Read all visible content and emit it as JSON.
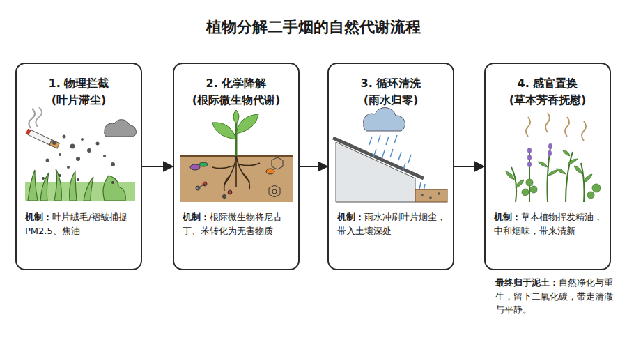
{
  "diagram": {
    "title": "植物分解二手烟的自然代谢流程",
    "nodes": [
      {
        "text": [
          "1. 物理拦截",
          "(叶片滞尘)",
          "机制：",
          "叶片绒毛/褶皱捕捉PM2.5、焦油"
        ]
      },
      {
        "text": [
          "2. 化学降解",
          "(根际微生物代谢)",
          "机制：",
          "根际微生物将尼古丁、苯转化为无害物质"
        ]
      },
      {
        "text": [
          "3. 循环清洗",
          "(雨水归零)",
          "机制：",
          "雨水冲刷叶片烟尘，带入土壤深处"
        ]
      },
      {
        "text": [
          "4. 感官置换",
          "(草本芳香抚慰)",
          "机制：",
          "草本植物挥发精油，中和烟味，带来清新"
        ]
      }
    ],
    "edges": [
      {
        "from": 0,
        "to": 1,
        "arrow": "to"
      },
      {
        "from": 1,
        "to": 2,
        "arrow": "to"
      },
      {
        "from": 2,
        "to": 3,
        "arrow": "to"
      }
    ],
    "labels": [
      "最终归于泥土：",
      "自然净化与重生，留下二氧化碳，带走清澈与平静。"
    ]
  }
}
